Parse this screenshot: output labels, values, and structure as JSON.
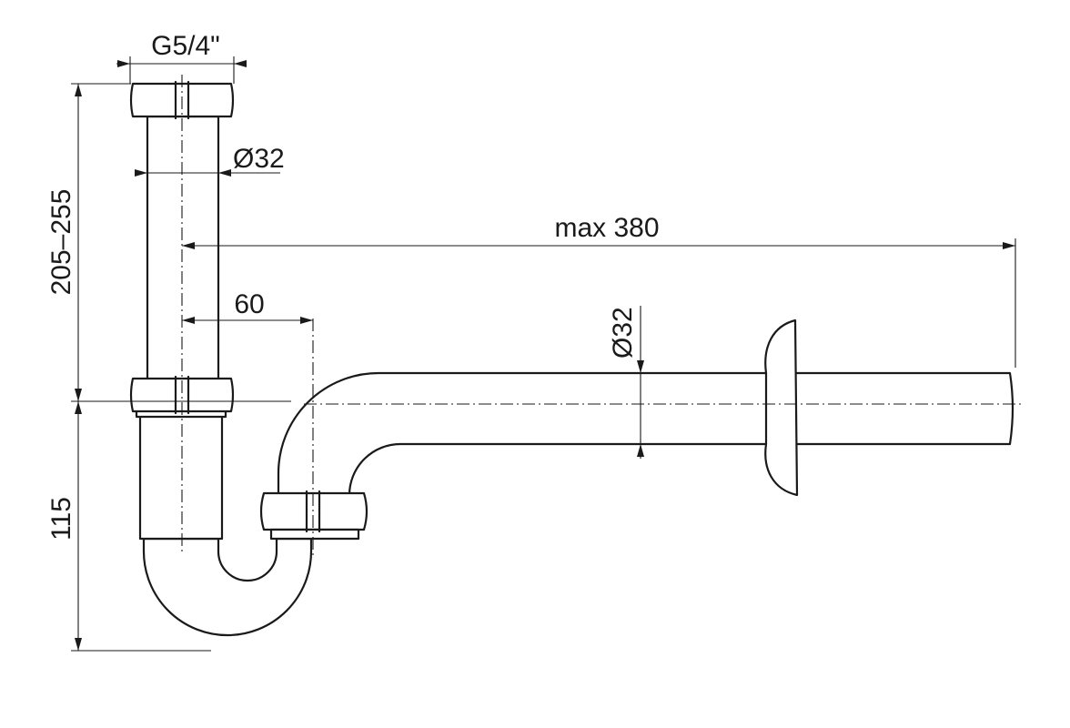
{
  "dimensions": {
    "thread": "G5/4\"",
    "tube_diameter_vertical": "Ø32",
    "tube_diameter_horizontal": "Ø32",
    "length_max": "max 380",
    "offset": "60",
    "height_adjustable": "205–255",
    "height_bottom": "115"
  },
  "colors": {
    "line": "#1a1a1a",
    "background": "#ffffff"
  }
}
